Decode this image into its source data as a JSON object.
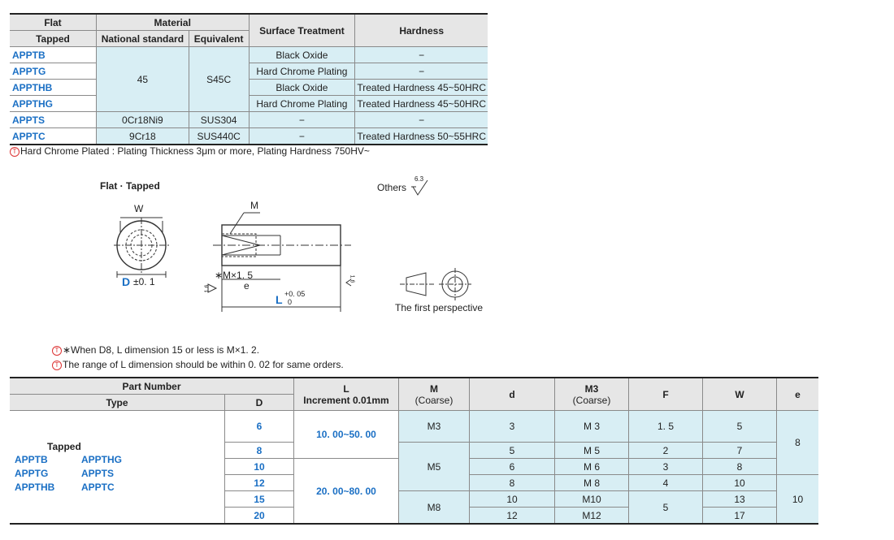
{
  "material_table": {
    "headers": {
      "flat": "Flat",
      "tapped": "Tapped",
      "material": "Material",
      "national": "National standard",
      "equivalent": "Equivalent",
      "surface": "Surface Treatment",
      "hardness": "Hardness"
    },
    "rows": [
      {
        "type": "APPTB",
        "surface": "Black Oxide",
        "hardness": "−"
      },
      {
        "type": "APPTG",
        "surface": "Hard Chrome Plating",
        "hardness": "−"
      },
      {
        "type": "APPTHB",
        "surface": "Black Oxide",
        "hardness": "Treated Hardness 45~50HRC"
      },
      {
        "type": "APPTHG",
        "surface": "Hard Chrome Plating",
        "hardness": "Treated Hardness 45~50HRC"
      },
      {
        "type": "APPTS",
        "national": "0Cr18Ni9",
        "equivalent": "SUS304",
        "surface": "−",
        "hardness": "−"
      },
      {
        "type": "APPTC",
        "national": "9Cr18",
        "equivalent": "SUS440C",
        "surface": "−",
        "hardness": "Treated Hardness 50~55HRC"
      }
    ],
    "merged_national": "45",
    "merged_equivalent": "S45C"
  },
  "note_plating": "Hard Chrome Plated : Plating Thickness 3μm or more, Plating Hardness 750HV~",
  "drawing": {
    "title": "Flat · Tapped",
    "others": "Others",
    "roughness": "6.3",
    "label_w": "W",
    "label_d": "D",
    "tol_d": "±0. 1",
    "label_m": "M",
    "label_mx": "∗M×1. 5",
    "label_e": "e",
    "label_l": "L",
    "tol_l_upper": "+0. 05",
    "tol_l_lower": "0",
    "ra_left": "1.6",
    "ra_right": "1.6",
    "perspective": "The first perspective"
  },
  "note_d8": "∗When D8, L dimension 15 or less is M×1. 2.",
  "note_range": "The range of L dimension should be within 0. 02 for same orders.",
  "pn_table": {
    "headers": {
      "part_number": "Part Number",
      "type": "Type",
      "d_col": "D",
      "l": "L",
      "l_sub": "Increment 0.01mm",
      "m": "M",
      "m_sub": "(Coarse)",
      "d": "d",
      "m3": "M3",
      "m3_sub": "(Coarse)",
      "f": "F",
      "w": "W",
      "e": "e"
    },
    "tapped_label": "Tapped",
    "types": [
      "APPTB",
      "APPTHG",
      "APPTG",
      "APPTS",
      "APPTHB",
      "APPTC"
    ],
    "rows": [
      {
        "D": "6",
        "d": "3",
        "m3": "M 3",
        "w": "5"
      },
      {
        "D": "8",
        "d": "5",
        "m3": "M 5",
        "w": "7"
      },
      {
        "D": "10",
        "d": "6",
        "m3": "M 6",
        "w": "8"
      },
      {
        "D": "12",
        "d": "8",
        "m3": "M 8",
        "w": "10"
      },
      {
        "D": "15",
        "d": "10",
        "m3": "M10",
        "w": "13"
      },
      {
        "D": "20",
        "d": "12",
        "m3": "M12",
        "w": "17"
      }
    ],
    "l_range_1": "10. 00~50. 00",
    "l_range_2": "20. 00~80. 00",
    "m_vals": [
      "M3",
      "M5",
      "M8"
    ],
    "f_vals": [
      "1. 5",
      "2",
      "3",
      "4",
      "5"
    ],
    "e_vals": [
      "8",
      "10"
    ]
  }
}
